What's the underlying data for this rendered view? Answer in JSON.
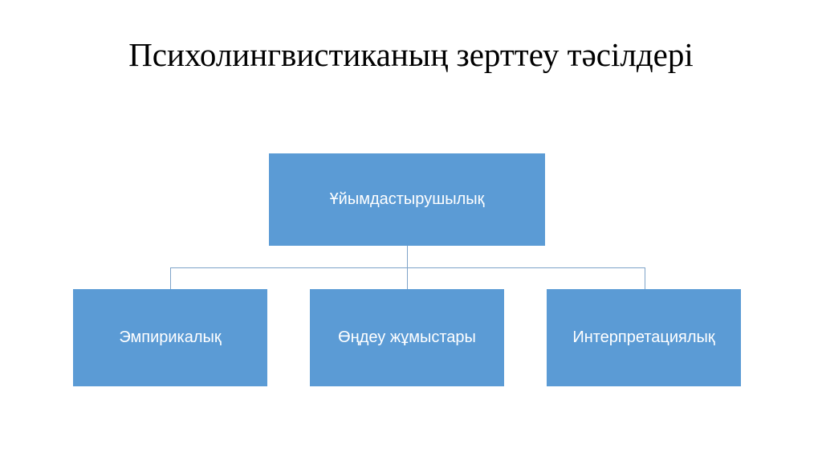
{
  "title": "Психолингвистиканың зерттеу тәсілдері",
  "diagram": {
    "root": "Ұйымдастырушылық",
    "children": [
      "Эмпирикалық",
      "Өңдеу жұмыстары",
      "Интерпретациялық"
    ],
    "box_color": "#5b9bd5",
    "text_color": "#ffffff"
  }
}
